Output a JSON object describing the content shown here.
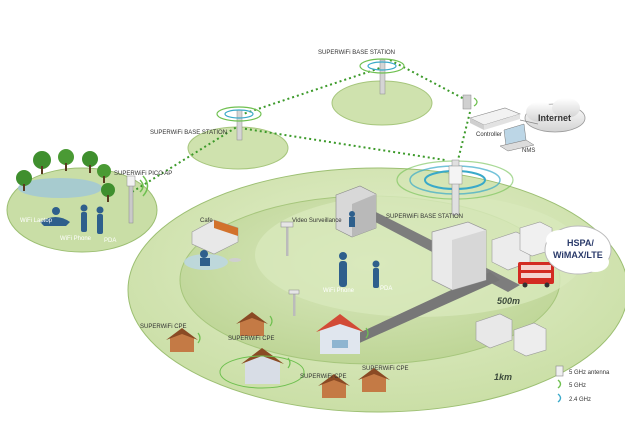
{
  "labels": {
    "base_station_top": "SUPERWiFi BASE STATION",
    "base_station_left": "SUPERWiFi BASE STATION",
    "base_station_center": "SUPERWiFi BASE STATION",
    "pico_ap": "SUPERWiFi PICO AP",
    "wifi_laptop": "WiFi Laptop",
    "wifi_phone_left": "WiFi Phone",
    "pda_left": "PDA",
    "cafe": "Cafe",
    "video_surveillance": "Video Surveillance",
    "wifi_phone_center": "WiFi Phone",
    "pda_center": "PDA",
    "cpe_left": "SUPERWiFi CPE",
    "cpe_mid": "SUPERWiFi CPE",
    "cpe_bottom_left": "SUPERWiFi CPE",
    "cpe_bottom_right": "SUPERWiFi CPE",
    "internet": "Internet",
    "controller": "Controller",
    "nms": "NMS",
    "hspa": "HSPA/",
    "wimax": "WiMAX/LTE",
    "dist_500m": "500m",
    "dist_1km": "1km"
  },
  "legend": {
    "antenna": "5 GHz antenna",
    "ghz5": "5 GHz",
    "ghz24": "2.4 GHz"
  },
  "colors": {
    "green_light": "#d9e7bf",
    "green_mid": "#c3d99c",
    "green_inner": "#b5cf8a",
    "tree_green": "#3f8f2e",
    "link_green": "#3c9a2a",
    "road": "#7c7c7c",
    "wave_5ghz": "#6fc050",
    "wave_24ghz": "#39a9c9",
    "bus_red": "#d32b22",
    "roof_orange": "#d2722c"
  }
}
